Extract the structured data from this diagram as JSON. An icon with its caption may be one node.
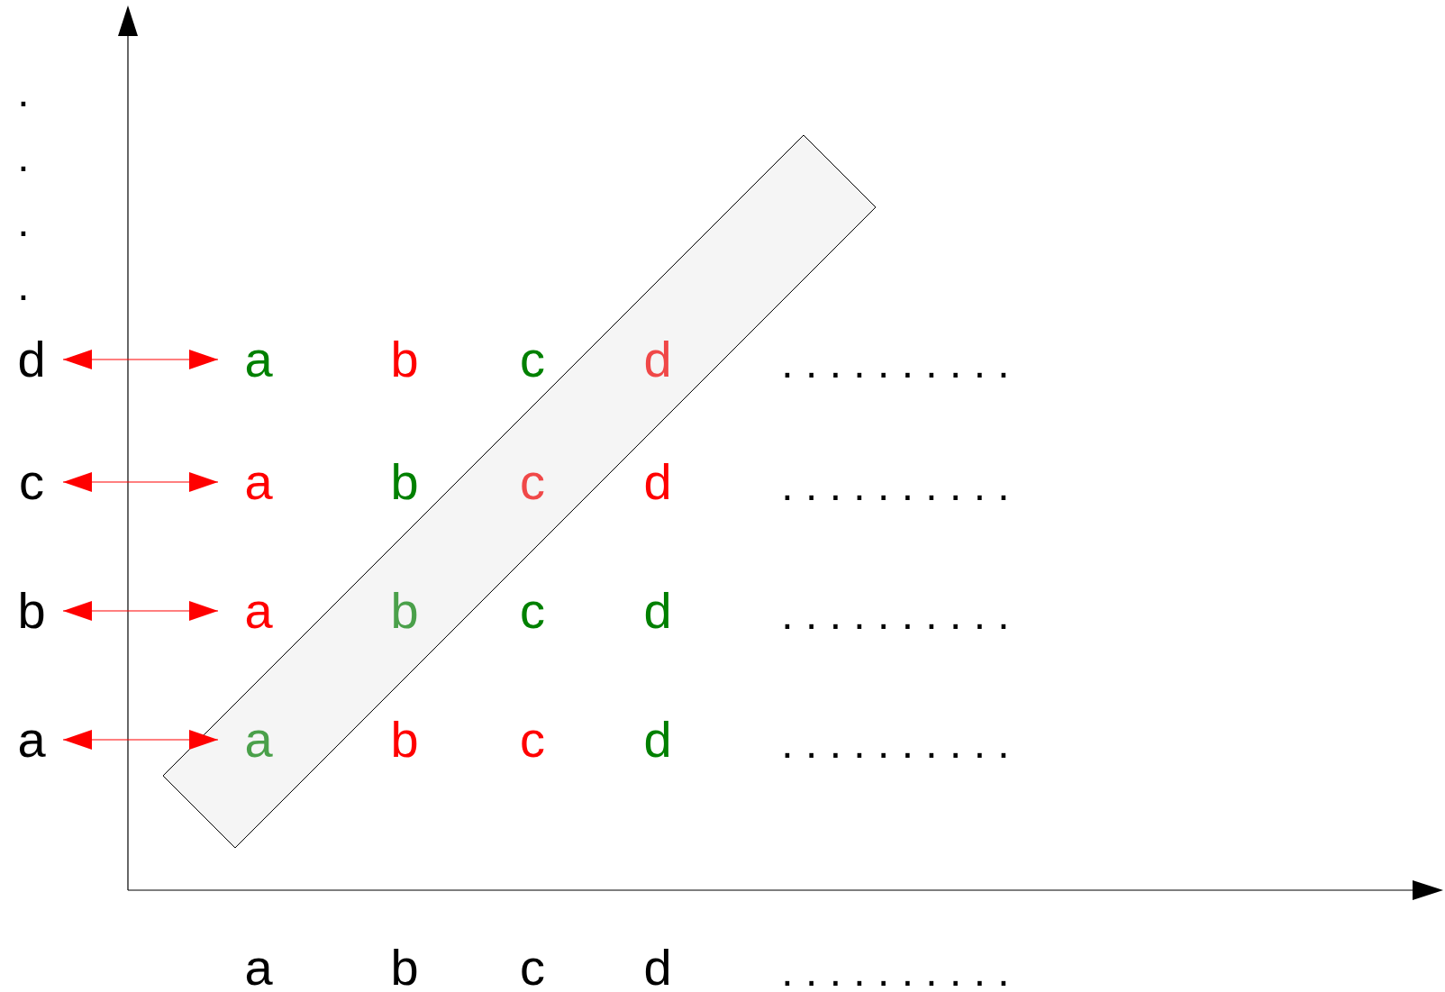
{
  "diagram": {
    "nodes": [
      {
        "text": [
          "d"
        ]
      },
      {
        "text": [
          "a"
        ]
      },
      {
        "text": [
          "c"
        ]
      },
      {
        "text": [
          "a"
        ]
      },
      {
        "text": [
          "b"
        ]
      },
      {
        "text": [
          "a"
        ]
      },
      {
        "text": [
          "a"
        ]
      },
      {
        "text": [
          "a"
        ]
      }
    ],
    "edges": [
      {
        "from": 0,
        "to": 1,
        "arrow": "both"
      },
      {
        "from": 2,
        "to": 3,
        "arrow": "both"
      },
      {
        "from": 4,
        "to": 5,
        "arrow": "both"
      },
      {
        "from": 6,
        "to": 7,
        "arrow": "both"
      }
    ],
    "labels": [
      ".",
      ".",
      ".",
      ".",
      "b",
      "c",
      "d",
      ". . . . . . . . . .",
      "b",
      "c",
      "d",
      ". . . . . . . . . .",
      "b",
      "c",
      "d",
      ". . . . . . . . . .",
      "b",
      "c",
      "d",
      ". . . . . . . . . .",
      "a",
      "b",
      "c",
      "d",
      ". . . . . . . . . ."
    ]
  }
}
